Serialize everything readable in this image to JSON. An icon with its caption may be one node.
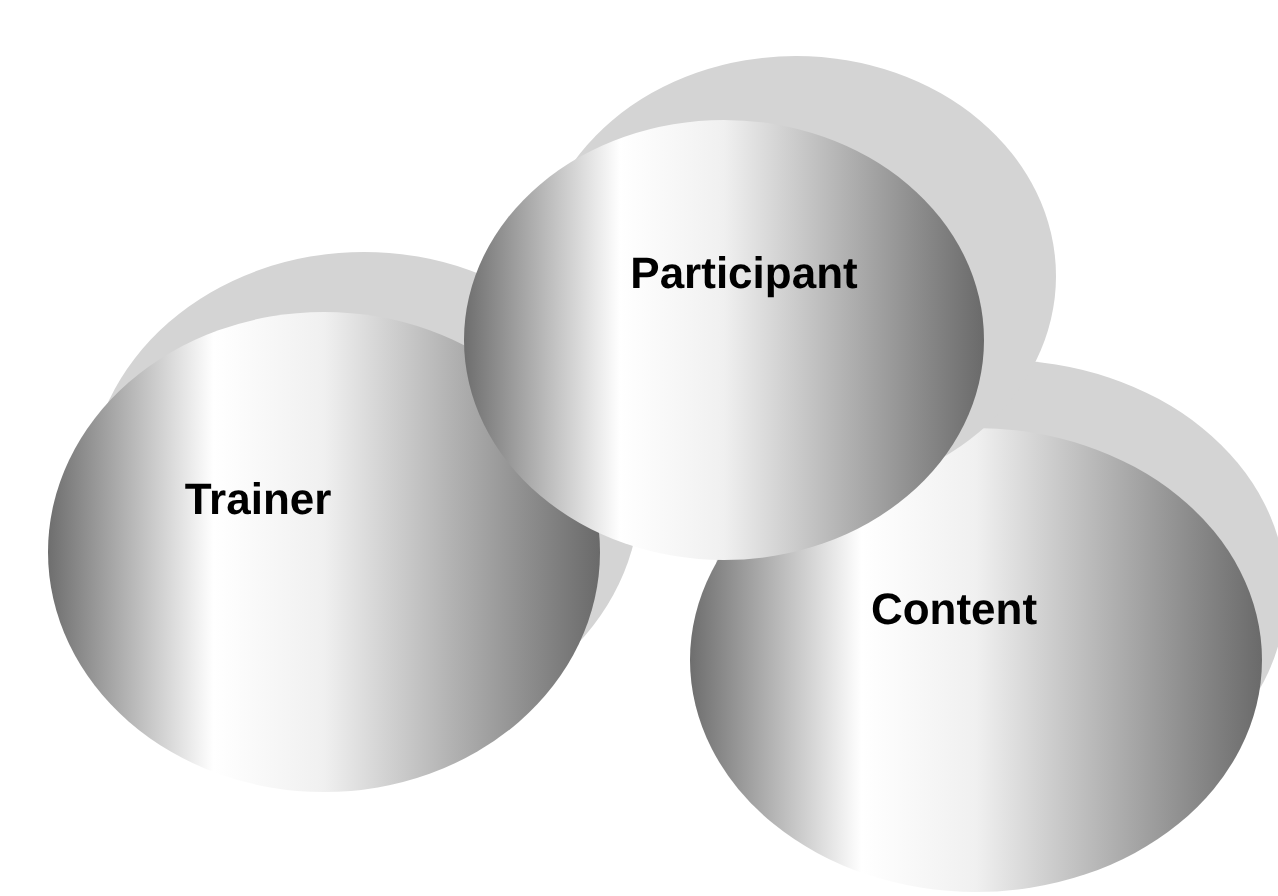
{
  "diagram": {
    "nodes": [
      {
        "text": [
          "Participant"
        ]
      },
      {
        "text": [
          "Trainer"
        ]
      },
      {
        "text": [
          "Content"
        ]
      }
    ],
    "edges": []
  }
}
